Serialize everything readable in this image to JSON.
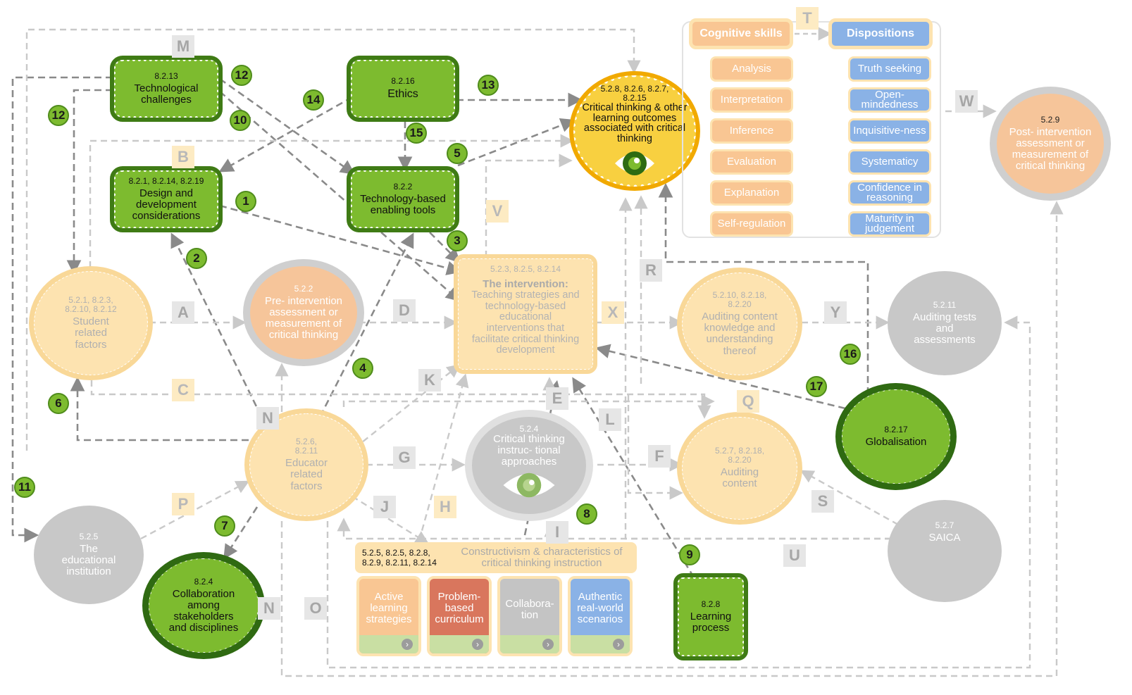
{
  "nodes": {
    "tech_challenges": {
      "ref": "8.2.13",
      "title": "Technological challenges"
    },
    "ethics": {
      "ref": "8.2.16",
      "title": "Ethics"
    },
    "design": {
      "ref": "8.2.1, 8.2.14, 8.2.19",
      "title": "Design and development considerations"
    },
    "tools": {
      "ref": "8.2.2",
      "title": "Technology-based enabling tools"
    },
    "critical_thinking": {
      "ref": "5.2.8, 8.2.6, 8.2.7, 8.2.15",
      "title": "Critical thinking & other learning outcomes associated with critical thinking"
    },
    "post_assessment": {
      "ref": "5.2.9",
      "title": "Post- intervention assessment or measurement of critical thinking"
    },
    "student": {
      "ref": "5.2.1, 8.2.3, 8.2.10, 8.2.12",
      "title": "Student related factors"
    },
    "pre_assessment": {
      "ref": "5.2.2",
      "title": "Pre- intervention assessment or measurement of critical thinking"
    },
    "intervention": {
      "ref": "5.2.3, 8.2.5, 8.2.14",
      "title_bold": "The intervention:",
      "title": "Teaching strategies and technology-based educational interventions that facilitate critical thinking development"
    },
    "auditing_knowledge": {
      "ref": "5.2.10, 8.2.18, 8.2.20",
      "title": "Auditing content knowledge and understanding thereof"
    },
    "auditing_tests": {
      "ref": "5.2.11",
      "title": "Auditing tests and assessments"
    },
    "globalisation": {
      "ref": "8.2.17",
      "title": "Globalisation"
    },
    "educator": {
      "ref": "5.2.6, 8.2.11",
      "title": "Educator related factors"
    },
    "cti_approaches": {
      "ref": "5.2.4",
      "title": "Critical thinking instruc- tional approaches"
    },
    "auditing_content": {
      "ref": "5.2.7, 8.2.18, 8.2.20",
      "title": "Auditing content"
    },
    "institution": {
      "ref": "5.2.5",
      "title": "The educational institution"
    },
    "saica": {
      "ref": "5.2.7",
      "title": "SAICA"
    },
    "collaboration": {
      "ref": "8.2.4",
      "title": "Collaboration among stakeholders and disciplines"
    },
    "learning_process": {
      "ref": "8.2.8",
      "title": "Learning process"
    }
  },
  "panel": {
    "cognitive_header": "Cognitive skills",
    "dispositions_header": "Dispositions",
    "link_letter": "T",
    "cognitive": [
      "Analysis",
      "Interpretation",
      "Inference",
      "Evaluation",
      "Explanation",
      "Self-regulation"
    ],
    "dispositions": [
      "Truth seeking",
      "Open-mindedness",
      "Inquisitive-ness",
      "Systematicy",
      "Confidence in reasoning",
      "Maturity in judgement"
    ]
  },
  "constructivism": {
    "refs": "5.2.5, 8.2.5, 8.2.8, 8.2.9, 8.2.11, 8.2.14",
    "title": "Constructivism & characteristics of critical thinking instruction",
    "cards": [
      "Active learning strategies",
      "Problem-based curriculum",
      "Collabora-tion",
      "Authentic real-world scenarios"
    ]
  },
  "numbers": [
    "1",
    "2",
    "3",
    "4",
    "5",
    "6",
    "7",
    "8",
    "9",
    "10",
    "11",
    "12",
    "12",
    "13",
    "14",
    "15",
    "16",
    "17"
  ],
  "letters": [
    "M",
    "B",
    "V",
    "A",
    "D",
    "X",
    "Y",
    "C",
    "K",
    "E",
    "L",
    "N",
    "R",
    "Q",
    "W",
    "G",
    "F",
    "P",
    "J",
    "H",
    "I",
    "S",
    "U",
    "N",
    "O"
  ],
  "colors": {
    "green": "#7dbb2f",
    "dark_green": "#3f7b15",
    "orange_light": "#fde3b0",
    "orange": "#f9c693",
    "blue": "#8ab2e6",
    "yellow": "#f8d040",
    "grey": "#c8c8c8"
  }
}
